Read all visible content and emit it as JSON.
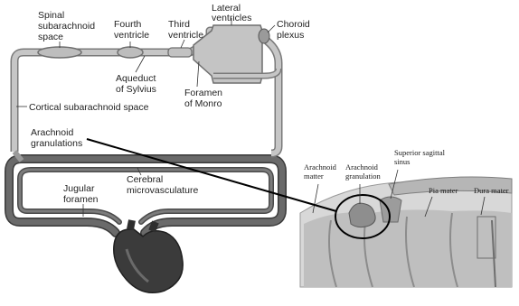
{
  "labels": {
    "spinal_subarachnoid_space": [
      "Spinal",
      "subarachnoid",
      "space"
    ],
    "fourth_ventricle": [
      "Fourth",
      "ventricle"
    ],
    "third_ventricle": [
      "Third",
      "ventricle"
    ],
    "lateral_ventricles": [
      "Lateral",
      "ventricles"
    ],
    "choroid_plexus": [
      "Choroid",
      "plexus"
    ],
    "aqueduct_of_sylvius": [
      "Aqueduct",
      "of Sylvius"
    ],
    "foramen_of_monro": [
      "Foramen",
      "of Monro"
    ],
    "cortical_subarachnoid_space": "Cortical subarachnoid space",
    "arachnoid_granulations": [
      "Arachnoid",
      "granulations"
    ],
    "cerebral_microvasculature": [
      "Cerebral",
      "microvasculature"
    ],
    "jugular_foramen": [
      "Jugular",
      "foramen"
    ]
  },
  "inset_labels": {
    "arachnoid_matter": [
      "Arachnoid",
      "matter"
    ],
    "arachnoid_granulation": [
      "Arachnoid",
      "granulation"
    ],
    "superior_sagittal_sinus": [
      "Superior sagittal",
      "sinus"
    ],
    "pia_mater": "Pia mater",
    "dura_mater": "Dura mater"
  },
  "colors": {
    "csf_tube": "#bdbdbd",
    "csf_tube_edge": "#7a7a7a",
    "blood_tube": "#5f5f5f",
    "blood_tube_edge": "#3a3a3a",
    "heart": "#3b3b3b",
    "pointer_line": "#000000"
  }
}
